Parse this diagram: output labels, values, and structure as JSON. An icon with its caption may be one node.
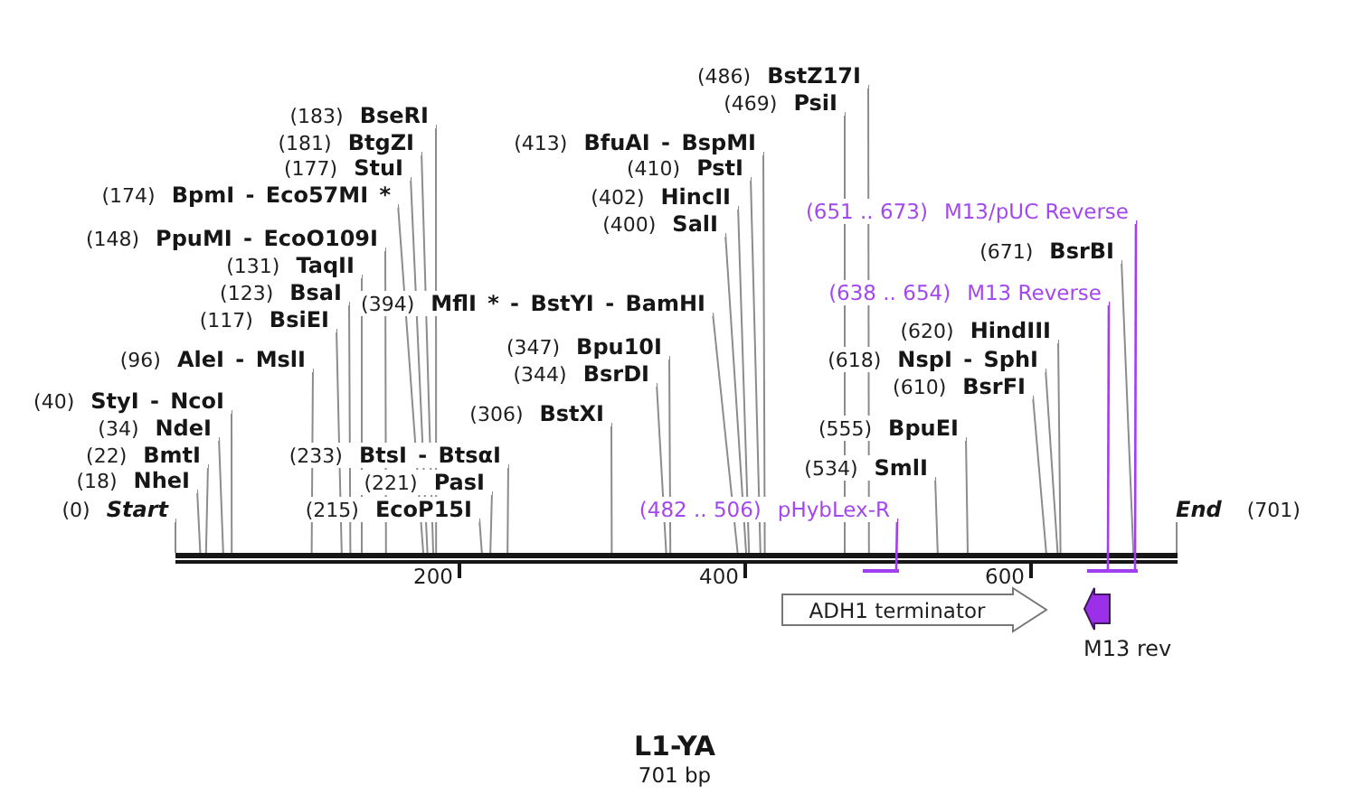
{
  "diagram": {
    "title": "L1-YA",
    "caption": "701 bp",
    "nodes": [
      {
        "text": [
          "(486)",
          "BstZ17I"
        ]
      },
      {
        "text": [
          "(469)",
          "PsiI"
        ]
      },
      {
        "text": [
          "(183)",
          "BseRI"
        ]
      },
      {
        "text": [
          "(181)",
          "BtgZI"
        ]
      },
      {
        "text": [
          "(413)",
          "BfuAI - BspMI"
        ]
      },
      {
        "text": [
          "(177)",
          "StuI"
        ]
      },
      {
        "text": [
          "(410)",
          "PstI"
        ]
      },
      {
        "text": [
          "(174)",
          "BpmI - Eco57MI *"
        ]
      },
      {
        "text": [
          "(402)",
          "HincII"
        ]
      },
      {
        "text": [
          "(651 .. 673)",
          "M13/pUC Reverse"
        ]
      },
      {
        "text": [
          "(400)",
          "SalI"
        ]
      },
      {
        "text": [
          "(148)",
          "PpuMI - EcoO109I"
        ]
      },
      {
        "text": [
          "(671)",
          "BsrBI"
        ]
      },
      {
        "text": [
          "(131)",
          "TaqII"
        ]
      },
      {
        "text": [
          "(123)",
          "BsaI"
        ]
      },
      {
        "text": [
          "(638 .. 654)",
          "M13 Reverse"
        ]
      },
      {
        "text": [
          "(394)",
          "MflI * - BstYI - BamHI"
        ]
      },
      {
        "text": [
          "(117)",
          "BsiEI"
        ]
      },
      {
        "text": [
          "(620)",
          "HindIII"
        ]
      },
      {
        "text": [
          "(347)",
          "Bpu10I"
        ]
      },
      {
        "text": [
          "(96)",
          "AleI - MslI"
        ]
      },
      {
        "text": [
          "(618)",
          "NspI - SphI"
        ]
      },
      {
        "text": [
          "(344)",
          "BsrDI"
        ]
      },
      {
        "text": [
          "(610)",
          "BsrFI"
        ]
      },
      {
        "text": [
          "(40)",
          "StyI - NcoI"
        ]
      },
      {
        "text": [
          "(306)",
          "BstXI"
        ]
      },
      {
        "text": [
          "(34)",
          "NdeI"
        ]
      },
      {
        "text": [
          "(555)",
          "BpuEI"
        ]
      },
      {
        "text": [
          "(22)",
          "BmtI"
        ]
      },
      {
        "text": [
          "(233)",
          "BtsI - BtsαI"
        ]
      },
      {
        "text": [
          "(534)",
          "SmlI"
        ]
      },
      {
        "text": [
          "(18)",
          "NheI"
        ]
      },
      {
        "text": [
          "(221)",
          "PasI"
        ]
      },
      {
        "text": [
          "(0)",
          "Start"
        ]
      },
      {
        "text": [
          "(215)",
          "EcoP15I"
        ]
      },
      {
        "text": [
          "(482 .. 506)",
          "pHybLex-R"
        ]
      },
      {
        "text": [
          "End",
          "(701)"
        ]
      },
      {
        "text": [],
        "shape": "bar"
      },
      {
        "text": [],
        "shape": "bar"
      },
      {
        "text": [],
        "shape": "bar"
      },
      {
        "text": [],
        "shape": "bar"
      },
      {
        "text": [
          "ADH1 terminator"
        ]
      },
      {
        "text": [],
        "shape": "arrow",
        "beside": [
          "M13 rev"
        ]
      }
    ],
    "edges": [
      {
        "from": 0,
        "to": 37,
        "arrow": "none"
      },
      {
        "from": 1,
        "to": 37,
        "arrow": "none"
      },
      {
        "from": 2,
        "to": 37,
        "arrow": "none"
      },
      {
        "from": 3,
        "to": 37,
        "arrow": "none"
      },
      {
        "from": 4,
        "to": 37,
        "arrow": "none"
      },
      {
        "from": 5,
        "to": 37,
        "arrow": "none"
      },
      {
        "from": 6,
        "to": 37,
        "arrow": "none"
      },
      {
        "from": 7,
        "to": 37,
        "arrow": "none"
      },
      {
        "from": 8,
        "to": 37,
        "arrow": "none"
      },
      {
        "from": 9,
        "to": 40,
        "arrow": "none",
        "color": "#a23ef2"
      },
      {
        "from": 10,
        "to": 37,
        "arrow": "none"
      },
      {
        "from": 11,
        "to": 37,
        "arrow": "none"
      },
      {
        "from": 12,
        "to": 37,
        "arrow": "none"
      },
      {
        "from": 13,
        "to": 37,
        "arrow": "none"
      },
      {
        "from": 14,
        "to": 37,
        "arrow": "none"
      },
      {
        "from": 15,
        "to": 39,
        "arrow": "none",
        "color": "#a23ef2"
      },
      {
        "from": 16,
        "to": 37,
        "arrow": "none"
      },
      {
        "from": 17,
        "to": 37,
        "arrow": "none"
      },
      {
        "from": 18,
        "to": 37,
        "arrow": "none"
      },
      {
        "from": 19,
        "to": 37,
        "arrow": "none"
      },
      {
        "from": 20,
        "to": 37,
        "arrow": "none"
      },
      {
        "from": 21,
        "to": 37,
        "arrow": "none"
      },
      {
        "from": 22,
        "to": 37,
        "arrow": "none"
      },
      {
        "from": 23,
        "to": 37,
        "arrow": "none"
      },
      {
        "from": 24,
        "to": 37,
        "arrow": "none"
      },
      {
        "from": 25,
        "to": 37,
        "arrow": "none"
      },
      {
        "from": 26,
        "to": 37,
        "arrow": "none"
      },
      {
        "from": 27,
        "to": 37,
        "arrow": "none"
      },
      {
        "from": 28,
        "to": 37,
        "arrow": "none"
      },
      {
        "from": 29,
        "to": 37,
        "arrow": "none"
      },
      {
        "from": 30,
        "to": 37,
        "arrow": "none"
      },
      {
        "from": 31,
        "to": 37,
        "arrow": "none"
      },
      {
        "from": 32,
        "to": 37,
        "arrow": "none"
      },
      {
        "from": 33,
        "to": 37,
        "arrow": "none"
      },
      {
        "from": 34,
        "to": 37,
        "arrow": "none"
      },
      {
        "from": 35,
        "to": 38,
        "arrow": "none",
        "color": "#a23ef2"
      },
      {
        "from": 36,
        "to": 37,
        "arrow": "none"
      }
    ],
    "labels": [
      "200",
      "400",
      "600"
    ]
  }
}
